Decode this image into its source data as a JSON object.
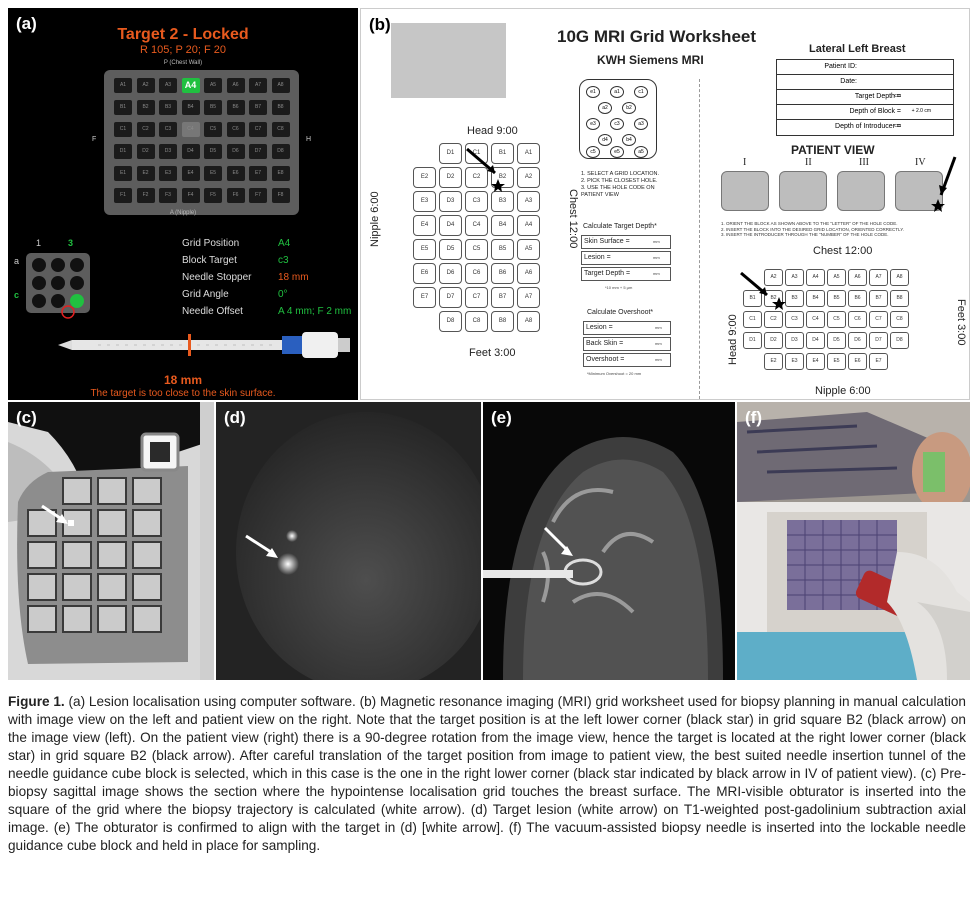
{
  "panel_a": {
    "label": "(a)",
    "title": "Target 2 - Locked",
    "subtitle": "R 105; P 20; F 20",
    "chest_label": "P (Chest Wall)",
    "side_left": "F",
    "side_right": "H",
    "nipple_label": "A (Nipple)",
    "grid_rows": [
      "A",
      "B",
      "C",
      "D",
      "E",
      "F"
    ],
    "grid_cols": [
      "1",
      "2",
      "3",
      "4",
      "5",
      "6",
      "7",
      "8"
    ],
    "highlight_cell": "A4",
    "block_col_1": "1",
    "block_col_3": "3",
    "block_row_a": "a",
    "block_row_c": "c",
    "params": [
      {
        "label": "Grid Position",
        "value": "A4",
        "tone": "green"
      },
      {
        "label": "Block Target",
        "value": "c3",
        "tone": "green"
      },
      {
        "label": "Needle Stopper",
        "value": "18 mm",
        "tone": "orange"
      },
      {
        "label": "Grid Angle",
        "value": "0°",
        "tone": "green"
      },
      {
        "label": "Needle Offset",
        "value": "A 4 mm; F 2 mm",
        "tone": "green"
      }
    ],
    "depth_label": "18 mm",
    "warning": "The target is too close to the skin surface."
  },
  "panel_b": {
    "label": "(b)",
    "title": "10G MRI Grid Worksheet",
    "subtitle": "KWH Siemens MRI",
    "lateral": "Lateral Left Breast",
    "form": {
      "patient_id": "Patient ID:",
      "date": "Date:",
      "target_depth": "Target Depth =",
      "depth_of_block": "Depth of Block =",
      "depth_of_block_val": "+ 2.0 cm",
      "depth_introducer": "Depth of Introducer =",
      "unit": "cm"
    },
    "hole_labels": [
      "e1",
      "a1",
      "c1",
      "a2",
      "b2",
      "e3",
      "c3",
      "a3",
      "d4",
      "b4",
      "c5",
      "e5",
      "a5"
    ],
    "steps": [
      "1.   SELECT A GRID LOCATION.",
      "2.   PICK THE CLOSEST HOLE.",
      "3.   USE THE HOLE CODE ON",
      "      PATIENT VIEW"
    ],
    "image_view": {
      "head": "Head 9:00",
      "feet": "Feet 3:00",
      "nipple": "Nipple 6:00",
      "chest": "Chest 12:00",
      "rows": [
        [
          "D1",
          "C1",
          "B1",
          "A1"
        ],
        [
          "E2",
          "D2",
          "C2",
          "B2",
          "A2"
        ],
        [
          "E3",
          "D3",
          "C3",
          "B3",
          "A3"
        ],
        [
          "E4",
          "D4",
          "C4",
          "B4",
          "A4"
        ],
        [
          "E5",
          "D5",
          "C5",
          "B5",
          "A5"
        ],
        [
          "E6",
          "D6",
          "C6",
          "B6",
          "A6"
        ],
        [
          "E7",
          "D7",
          "C7",
          "B7",
          "A7"
        ],
        [
          "D8",
          "C8",
          "B8",
          "A8"
        ]
      ]
    },
    "calc_depth": {
      "title": "Calculate Target Depth*",
      "rows": [
        "Skin Surface =",
        "Lesion =",
        "Target Depth ="
      ],
      "unit": "mm",
      "note": "*10 mm + 5 µm"
    },
    "calc_overshoot": {
      "title": "Calculate Overshoot*",
      "rows": [
        "Lesion =",
        "Back Skin =",
        "Overshoot ="
      ],
      "unit": "mm",
      "note": "*Minimum Overshoot = 20 mm"
    },
    "patient_view_title": "PATIENT VIEW",
    "roman": [
      "I",
      "II",
      "III",
      "IV"
    ],
    "instructions": [
      "1. ORIENT THE BLOCK AS SHOWN ABOVE TO THE \"LETTER\" OF THE HOLE CODE.",
      "2. INSERT THE BLOCK INTO THE DESIRED GRID LOCATION, ORIENTED CORRECTLY.",
      "3. INSERT THE INTRODUCER THROUGH THE \"NUMBER\" OF THE HOLE CODE."
    ],
    "patient_view": {
      "chest": "Chest 12:00",
      "head": "Head 9:00",
      "feet": "Feet 3:00",
      "nipple": "Nipple 6:00",
      "rows": [
        [
          "A2",
          "A3",
          "A4",
          "A5",
          "A6",
          "A7",
          "A8"
        ],
        [
          "B1",
          "B2",
          "B3",
          "B4",
          "B5",
          "B6",
          "B7",
          "B8"
        ],
        [
          "C1",
          "C2",
          "C3",
          "C4",
          "C5",
          "C6",
          "C7",
          "C8"
        ],
        [
          "D1",
          "D2",
          "D3",
          "D4",
          "D5",
          "D6",
          "D7",
          "D8"
        ],
        [
          "E2",
          "E3",
          "E4",
          "E5",
          "E6",
          "E7"
        ]
      ]
    }
  },
  "panel_c": {
    "label": "(c)"
  },
  "panel_d": {
    "label": "(d)"
  },
  "panel_e": {
    "label": "(e)"
  },
  "panel_f": {
    "label": "(f)"
  },
  "caption": {
    "fig": "Figure 1.",
    "text": " (a) Lesion localisation using computer software. (b) Magnetic resonance imaging (MRI) grid worksheet used for biopsy planning in manual calculation with image view on the left and patient view on the right. Note that the target position is at the left lower corner (black star) in grid square B2 (black arrow) on the image view (left). On the patient view (right) there is a 90-degree rotation from the image view, hence the target is located at the right lower corner (black star) in grid square B2 (black arrow). After careful translation of the target position from image to patient view, the best suited needle insertion tunnel of the needle guidance cube block is selected, which in this case is the one in the right lower corner (black star indicated by black arrow in IV of patient view). (c) Pre-biopsy sagittal image shows the section where the hypointense localisation grid touches the breast surface. The MRI-visible obturator is inserted into the square of the grid where the biopsy trajectory is calculated (white arrow). (d) Target lesion (white arrow) on T1-weighted post-gadolinium subtraction axial image. (e) The obturator is confirmed to align with the target in (d) [white arrow]. (f) The vacuum-assisted biopsy needle is inserted into the lockable needle guidance cube block and held in place for sampling."
  }
}
